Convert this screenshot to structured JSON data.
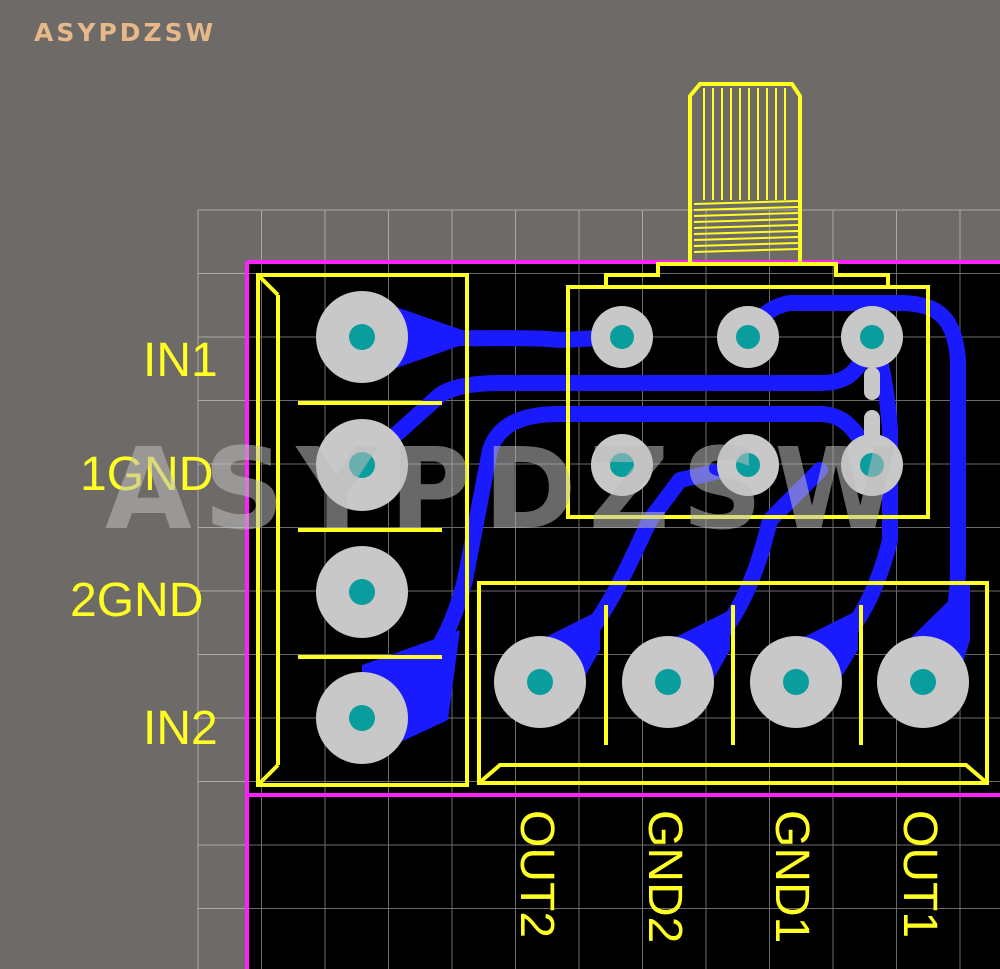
{
  "brand": "ASYPDZSW",
  "watermark": "ASYPDZSW",
  "labels": {
    "in1": "IN1",
    "gnd1_left": "1GND",
    "gnd2_left": "2GND",
    "in2": "IN2",
    "out2": "OUT2",
    "gnd2_bottom": "GND2",
    "gnd1_bottom": "GND1",
    "out1": "OUT1"
  },
  "colors": {
    "background": "#6e6a68",
    "board": "#000000",
    "outline": "#ff22ff",
    "silkscreen": "#ffff22",
    "trace": "#1a1aff",
    "pad": "#c8c8c8",
    "drill": "#0a9d9d",
    "grid": "#b4b4b4",
    "brand": "#e7b98a"
  }
}
